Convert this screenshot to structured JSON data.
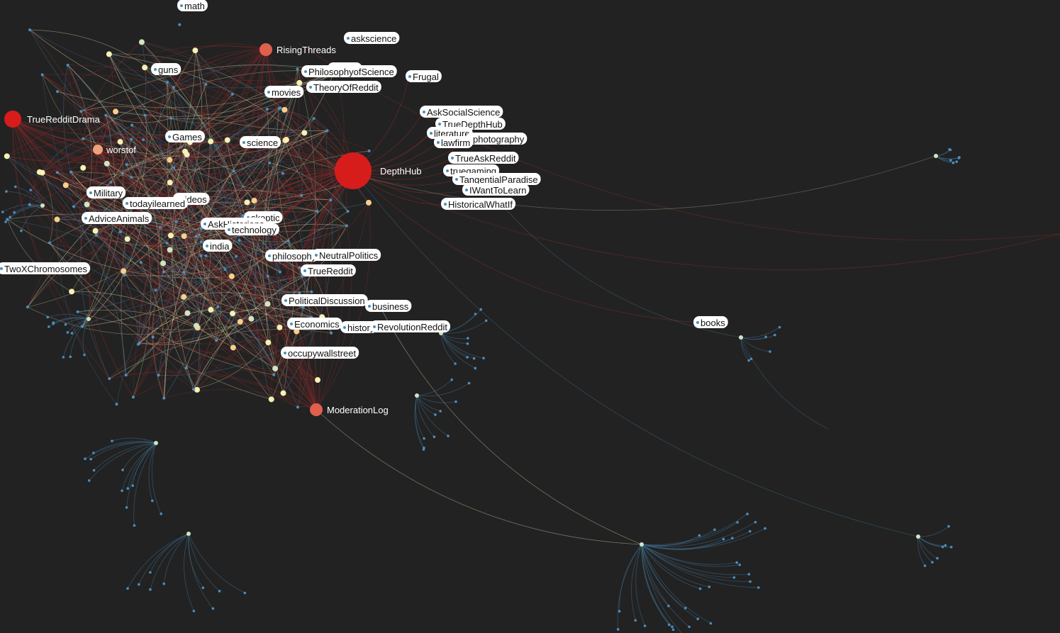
{
  "colors": {
    "background": "#222222",
    "hub_red": "#d71c1c",
    "hub_salmon": "#e0604e",
    "hub_peach": "#f0a07a",
    "leaf_blue": "#4a8fbf",
    "leaf_cream": "#f6f1b4",
    "leaf_orange": "#f8cf8a",
    "leaf_green": "#cfe6c0",
    "edge_red": "#8a2b2b",
    "edge_cream": "#c9c59a",
    "edge_blue": "#3e6d8e"
  },
  "hubs": [
    {
      "label": "DepthHub",
      "size": "large",
      "color": "hub_red"
    },
    {
      "label": "TrueRedditDrama",
      "size": "medium",
      "color": "hub_red"
    },
    {
      "label": "RisingThreads",
      "size": "small",
      "color": "hub_salmon"
    },
    {
      "label": "ModerationLog",
      "size": "small",
      "color": "hub_salmon"
    },
    {
      "label": "worstof",
      "size": "small",
      "color": "hub_peach"
    }
  ],
  "labels": [
    "math",
    "askscience",
    "guns",
    "space",
    "Frugal",
    "movies",
    "TheoryOfReddit",
    "PhilosophyofScience",
    "Games",
    "science",
    "AskSocialScience",
    "TrueDepthHub",
    "literature",
    "photography",
    "lawfirm",
    "TrueAskReddit",
    "truegaming",
    "TangentialParadise",
    "IWantToLearn",
    "HistoricalWhatIf",
    "Military",
    "videos",
    "todayilearned",
    "AdviceAnimals",
    "skeptic",
    "AskHistorians",
    "technology",
    "india",
    "philosophy",
    "NeutralPolitics",
    "TwoXChromosomes",
    "TrueReddit",
    "PoliticalDiscussion",
    "business",
    "Economics",
    "history",
    "RevolutionReddit",
    "occupywallstreet",
    "books"
  ]
}
